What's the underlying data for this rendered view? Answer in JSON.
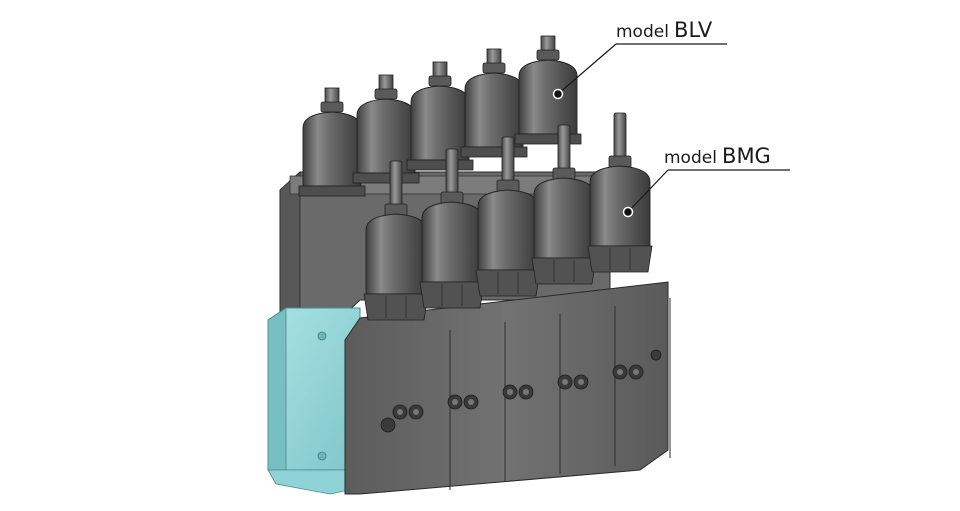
{
  "callouts": [
    {
      "prefix": "model",
      "model": "BLV"
    },
    {
      "prefix": "model",
      "model": "BMG"
    }
  ],
  "colors": {
    "valve_body": "#6e6e6e",
    "cylinder": "#5f5f5f",
    "manifold_block": "#6b6b6b",
    "end_plate_transparent": "#8fd3d6",
    "leader_line": "#1a1a1a"
  },
  "components": {
    "rear_row_valve_count": 5,
    "front_row_valve_count": 5,
    "manifold_segment_count": 5
  }
}
